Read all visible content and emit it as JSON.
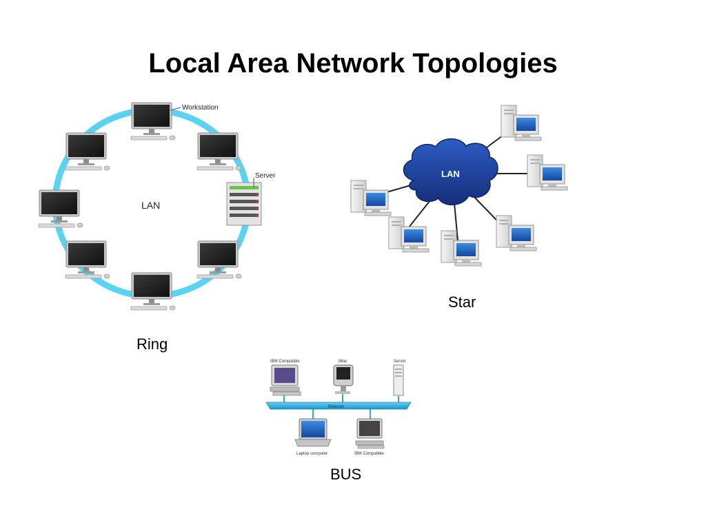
{
  "slide": {
    "title": "Local Area Network Topologies"
  },
  "ring": {
    "caption": "Ring",
    "center_label": "LAN",
    "workstation_label": "Workstation",
    "server_label": "Server"
  },
  "star": {
    "caption": "Star",
    "hub_label": "LAN"
  },
  "bus": {
    "caption": "BUS",
    "backbone_label": "Ethernet",
    "nodes": {
      "ibm_top": "IBM Compatible",
      "imac": "iMac",
      "server": "Server",
      "laptop": "Laptop computer",
      "ibm_bottom": "IBM Compatible"
    }
  },
  "colors": {
    "ring_line": "#59d3f0",
    "star_cloud": "#1d3f9c",
    "bus_line": "#2aa8d8",
    "monitor_dark": "#2b2b2b",
    "monitor_screen_blue": "#1f5fb8"
  }
}
